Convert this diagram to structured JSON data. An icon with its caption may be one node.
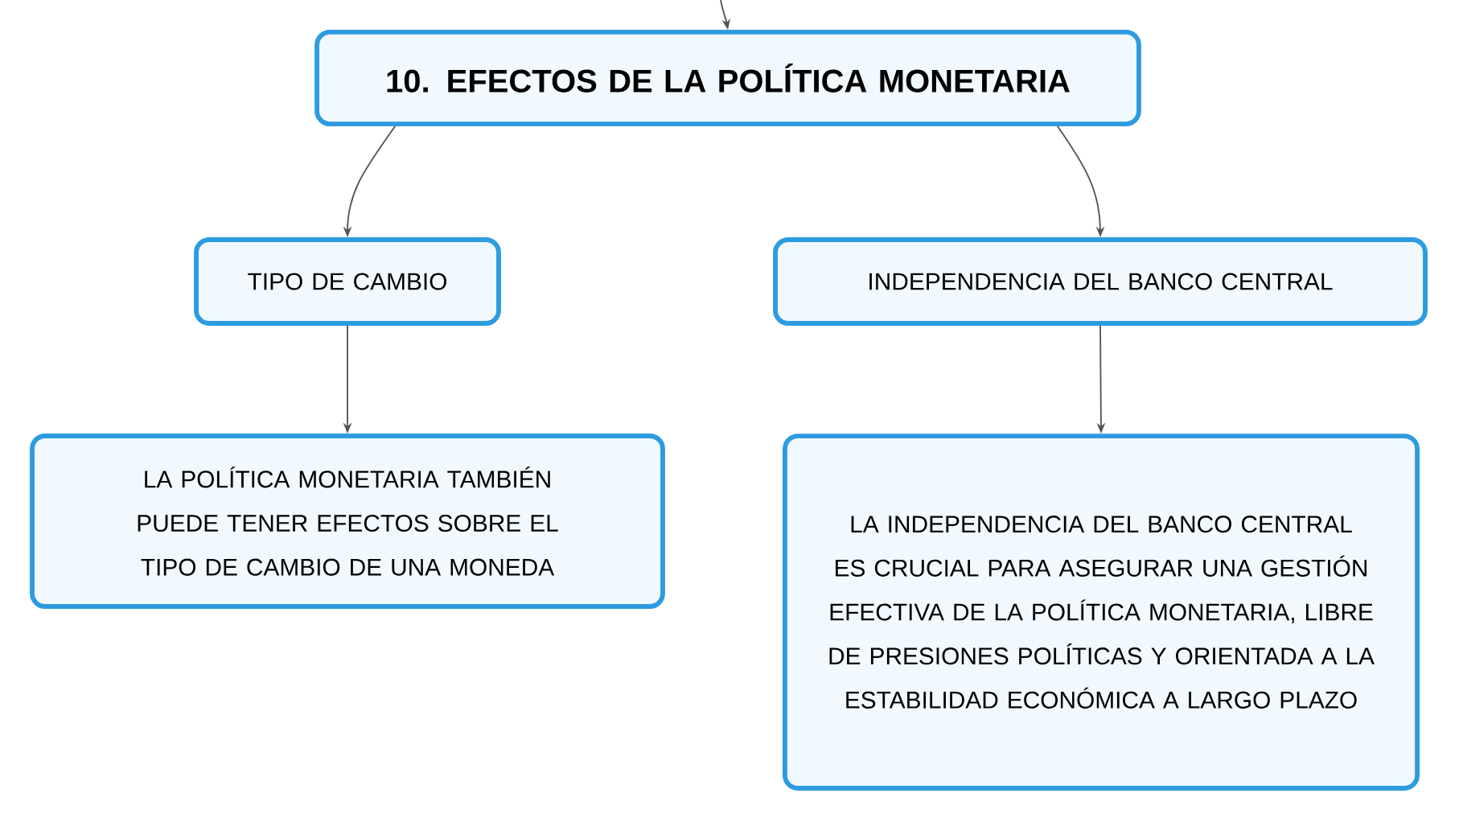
{
  "diagram": {
    "nodes": [
      {
        "text": [
          "10. EFECTOS DE LA POLÍTICA MONETARIA"
        ]
      },
      {
        "text": [
          "TIPO DE CAMBIO"
        ]
      },
      {
        "text": [
          "INDEPENDENCIA DEL BANCO CENTRAL"
        ]
      },
      {
        "text": [
          "LA POLÍTICA MONETARIA TAMBIÉN PUEDE TENER EFECTOS SOBRE EL TIPO DE CAMBIO DE UNA MONEDA"
        ]
      },
      {
        "text": [
          "LA INDEPENDENCIA DEL BANCO CENTRAL ES CRUCIAL PARA ASEGURAR UNA GESTIÓN EFECTIVA DE LA POLÍTICA MONETARIA, LIBRE DE PRESIONES POLÍTICAS Y ORIENTADA A LA ESTABILIDAD ECONÓMICA A LARGO PLAZO"
        ]
      }
    ],
    "edges": [
      {
        "from": null,
        "to": 0,
        "arrow": "to"
      },
      {
        "from": 0,
        "to": 1,
        "arrow": "to"
      },
      {
        "from": 0,
        "to": 2,
        "arrow": "to"
      },
      {
        "from": 1,
        "to": 3,
        "arrow": "to"
      },
      {
        "from": 2,
        "to": 4,
        "arrow": "to"
      }
    ]
  }
}
